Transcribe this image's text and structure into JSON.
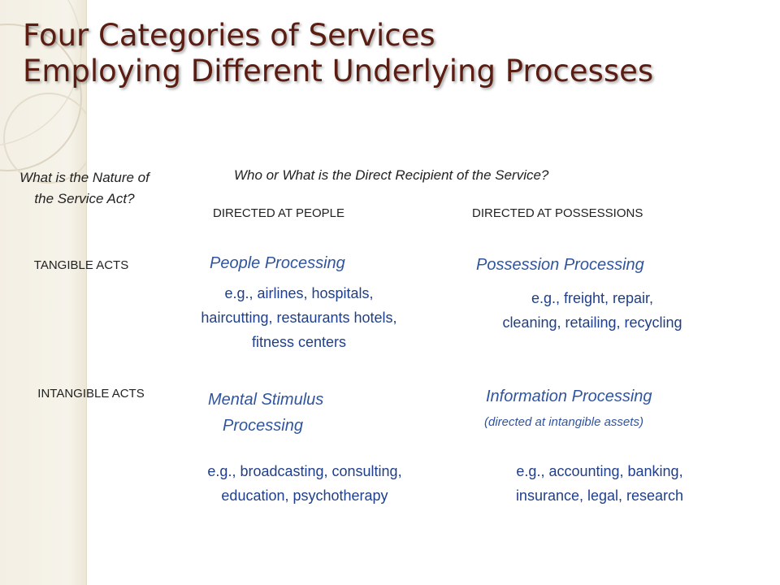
{
  "title": {
    "line1": "Four Categories of Services",
    "line2": "Employing Different Underlying Processes"
  },
  "row_question": "What is the Nature of the Service Act?",
  "column_question": "Who or What is the Direct Recipient of the Service?",
  "columns": {
    "people": "DIRECTED AT PEOPLE",
    "possessions": "DIRECTED AT POSSESSIONS"
  },
  "rows": {
    "tangible": "TANGIBLE ACTS",
    "intangible": "INTANGIBLE ACTS"
  },
  "cells": {
    "people_processing": {
      "title": "People Processing",
      "examples": [
        "e.g., airlines, hospitals,",
        "haircutting,  restaurants hotels,",
        "fitness centers"
      ]
    },
    "possession_processing": {
      "title": "Possession Processing",
      "examples": [
        "e.g.,  freight, repair,",
        "cleaning, retailing, recycling"
      ]
    },
    "mental_stimulus_processing": {
      "title_lines": [
        "Mental Stimulus",
        "Processing"
      ],
      "examples": [
        "e.g., broadcasting, consulting,",
        "education, psychotherapy"
      ]
    },
    "information_processing": {
      "title": "Information Processing",
      "note": "(directed at intangible assets)",
      "examples": [
        "e.g., accounting, banking,",
        "insurance, legal, research"
      ]
    }
  },
  "colors": {
    "title": "#5b1c12",
    "category": "#2f55a0",
    "examples": "#1f3f8a",
    "sidebar": "#f3efe4"
  }
}
